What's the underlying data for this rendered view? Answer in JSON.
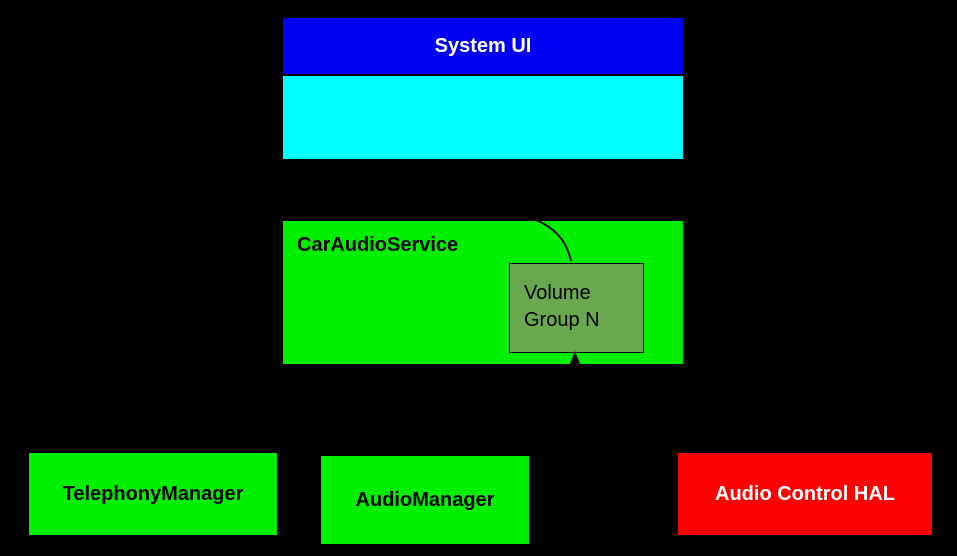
{
  "diagram": {
    "background": "#000000",
    "connector_color": "#000000",
    "nodes": {
      "system_ui": {
        "label": "System UI",
        "header_color": "#0000f5",
        "body_color": "#00ffff",
        "text_color": "#ffffff"
      },
      "car_audio_service": {
        "label": "CarAudioService",
        "fill": "#00f000",
        "text_color": "#000000"
      },
      "volume_group": {
        "line1": "Volume",
        "line2": "Group N",
        "fill": "#6aa84f",
        "text_color": "#000000"
      },
      "telephony_manager": {
        "label": "TelephonyManager",
        "fill": "#00f000",
        "text_color": "#000000"
      },
      "audio_manager": {
        "label": "AudioManager",
        "fill": "#00f000",
        "text_color": "#000000"
      },
      "audio_control_hal": {
        "label": "Audio Control HAL",
        "fill": "#ff0000",
        "text_color": "#ffffff"
      }
    }
  }
}
